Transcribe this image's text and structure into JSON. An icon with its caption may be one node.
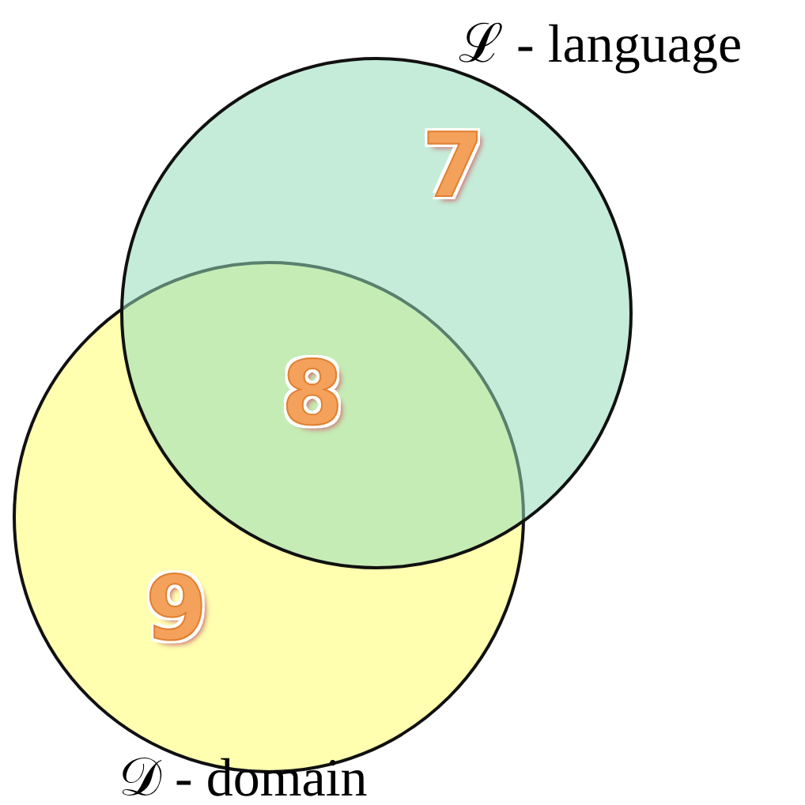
{
  "diagram": {
    "nodes": [
      {
        "text": [
          "ℒ - language",
          "7"
        ]
      },
      {
        "text": [
          "9",
          "𝒟 - domain"
        ]
      }
    ],
    "labels": [
      "8"
    ]
  }
}
